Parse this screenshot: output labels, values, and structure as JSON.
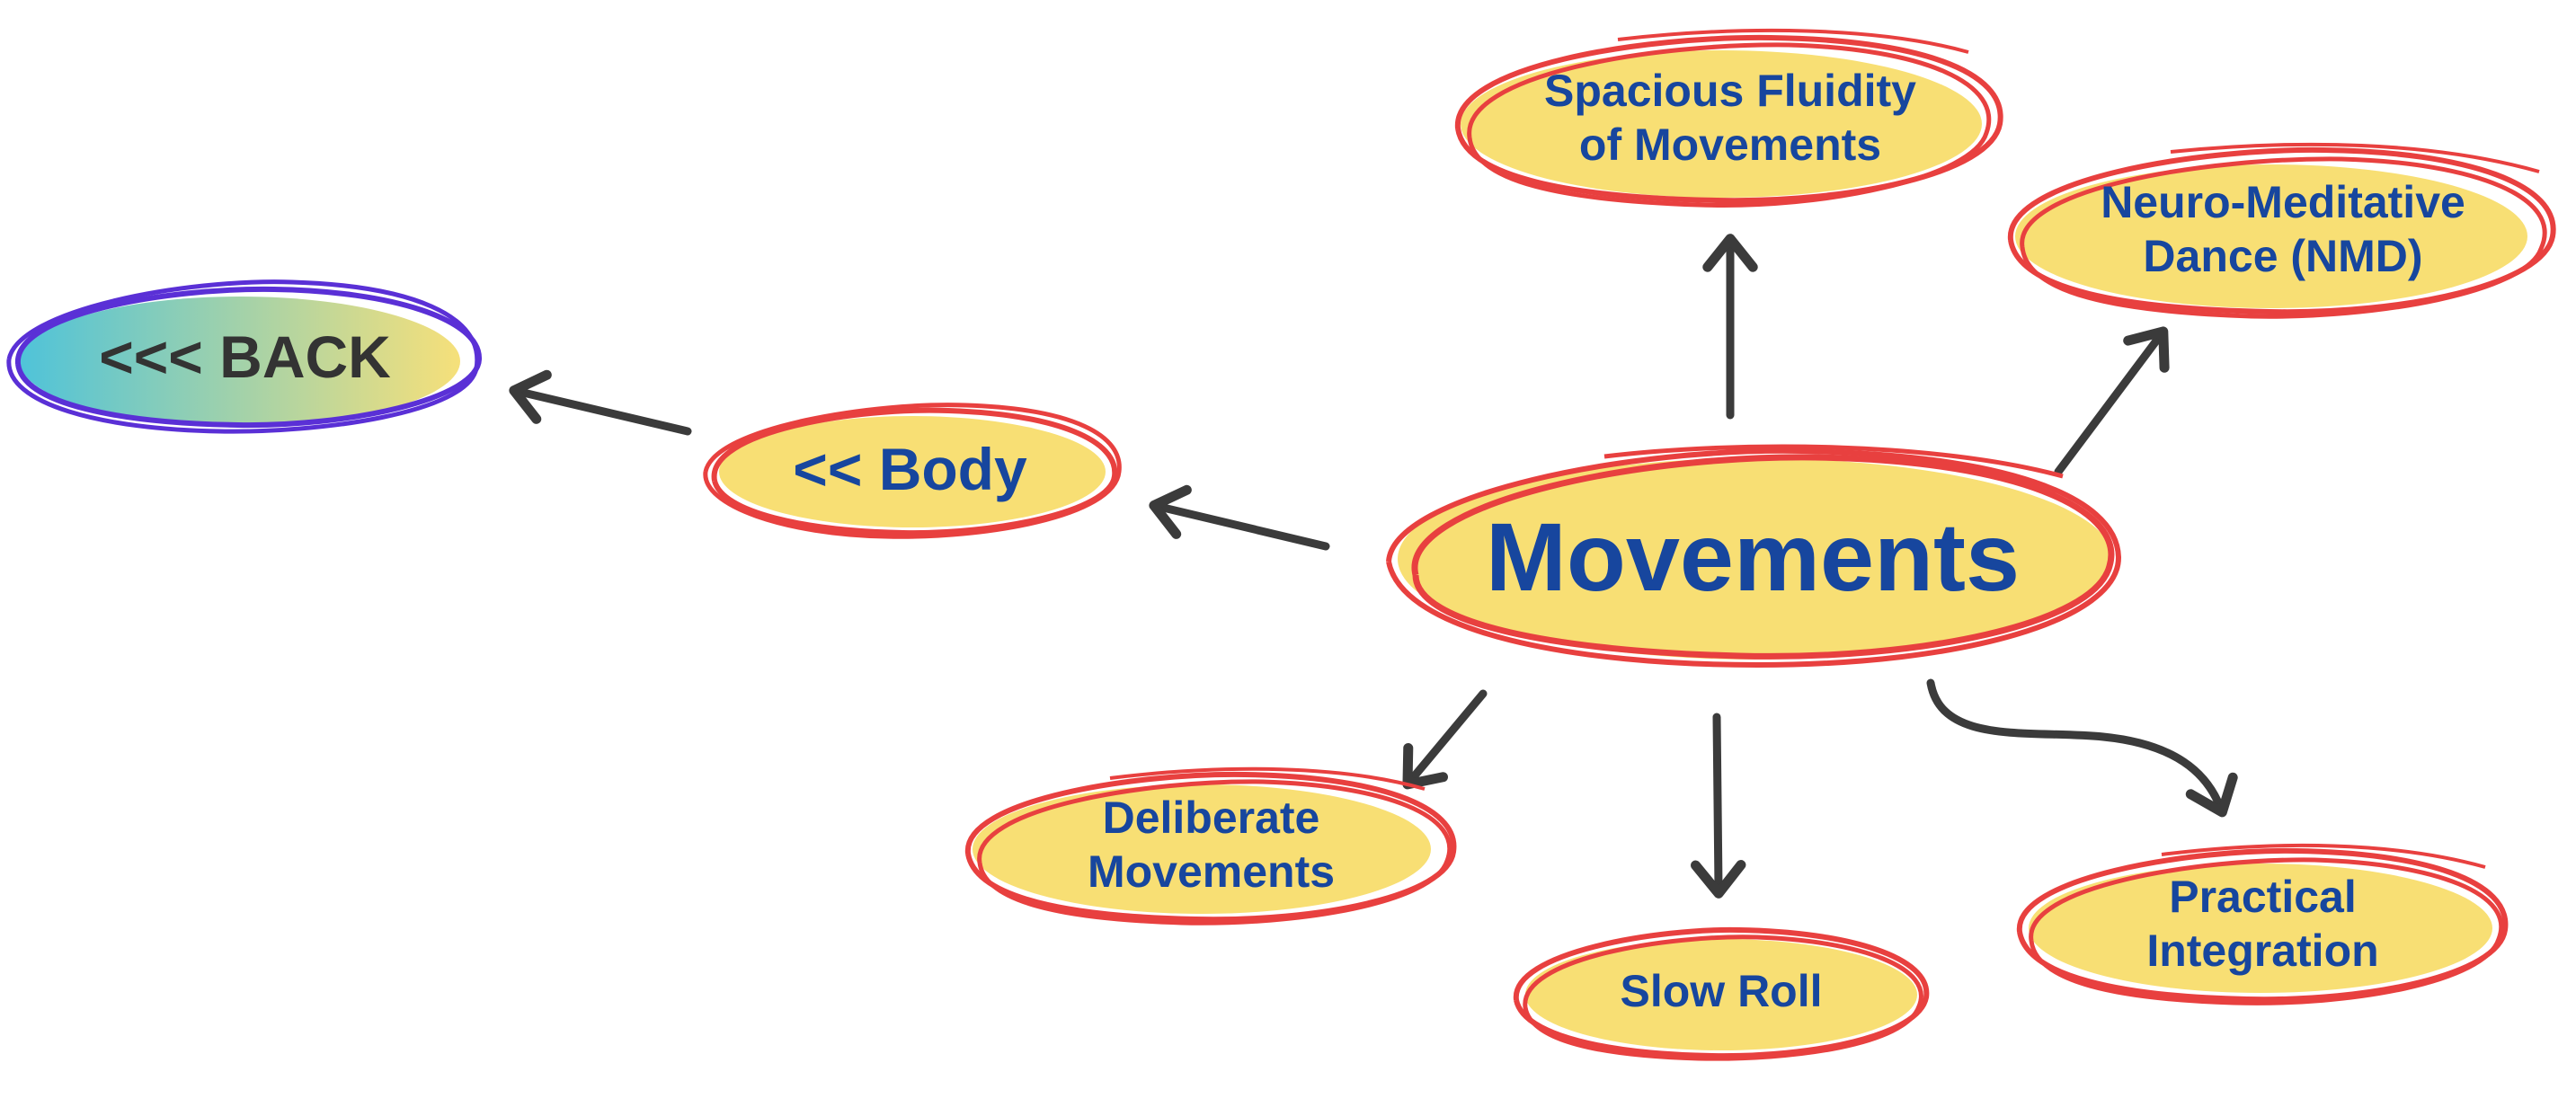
{
  "colors": {
    "fill": "#f8df74",
    "ring": "#e8403f",
    "text": "#17469e",
    "back_ring": "#5a30d6",
    "back_text": "#333333",
    "back_grad_start": "#4fc3d9",
    "back_grad_end": "#f6e07a",
    "arrow": "#3b3b3b"
  },
  "nodes": {
    "main": {
      "label": "Movements"
    },
    "back": {
      "label": "<<< BACK"
    },
    "body": {
      "label": "<< Body"
    },
    "spacious": {
      "line1": "Spacious Fluidity",
      "line2": "of Movements"
    },
    "nmd": {
      "line1": "Neuro-Meditative",
      "line2": "Dance (NMD)"
    },
    "deliberate": {
      "line1": "Deliberate",
      "line2": "Movements"
    },
    "slow_roll": {
      "label": "Slow Roll"
    },
    "practical": {
      "line1": "Practical",
      "line2": "Integration"
    }
  },
  "icons": [
    "arrow-icon"
  ]
}
